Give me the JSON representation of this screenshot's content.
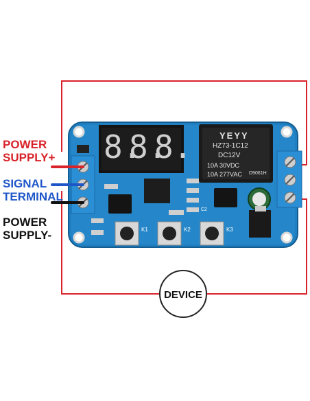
{
  "labels": {
    "power_supply_plus": [
      "POWER",
      "SUPPLY+"
    ],
    "signal_terminal": [
      "SIGNAL",
      "TERMINAL"
    ],
    "power_supply_minus": [
      "POWER",
      "SUPPLY-"
    ]
  },
  "device": {
    "label": "DEVICE"
  },
  "relay": {
    "brand": "YEYY",
    "model": "HZ73-1C12",
    "coil": "DC12V",
    "rating_dc": "10A  30VDC",
    "rating_ac": "10A  277VAC",
    "code": "D9061H"
  },
  "display": {
    "digits": [
      "8.",
      "8.",
      "8."
    ]
  },
  "buttons": [
    "K1",
    "K2",
    "K3"
  ],
  "board_markings": [
    "C2"
  ],
  "colors": {
    "wire_red": "#d8232a",
    "wire_blue": "#1e56c8",
    "wire_black": "#111111",
    "pcb": "#1f7fc1",
    "terminal_block": "#2b8fd6"
  }
}
